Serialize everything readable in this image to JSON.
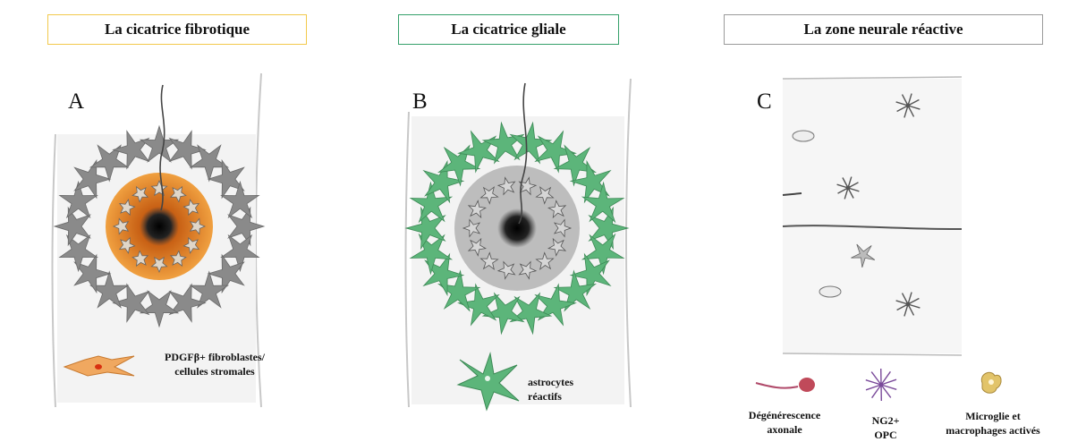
{
  "panels": [
    {
      "title": "La cicatrice fibrotique",
      "letter": "A",
      "legend": [
        "PDGFβ+ fibroblastes/",
        "cellules stromales"
      ],
      "color": "#f2c94c"
    },
    {
      "title": "La cicatrice gliale",
      "letter": "B",
      "legend": [
        "astrocytes",
        "réactifs"
      ],
      "color": "#35a06a"
    },
    {
      "title": "La zone neurale réactive",
      "letter": "C",
      "color": "#9a9a9a"
    }
  ],
  "legend_c": {
    "axon": [
      "Dégénérescence",
      "axonale"
    ],
    "opc": [
      "NG2+",
      "OPC"
    ],
    "microglia": [
      "Microglie et",
      "macrophages activés"
    ]
  },
  "colors": {
    "fibroblast": "#e8902e",
    "astrocyte": "#5cb57a",
    "stroma": "#8a8a8a",
    "tissue": "#f2f2f2"
  }
}
